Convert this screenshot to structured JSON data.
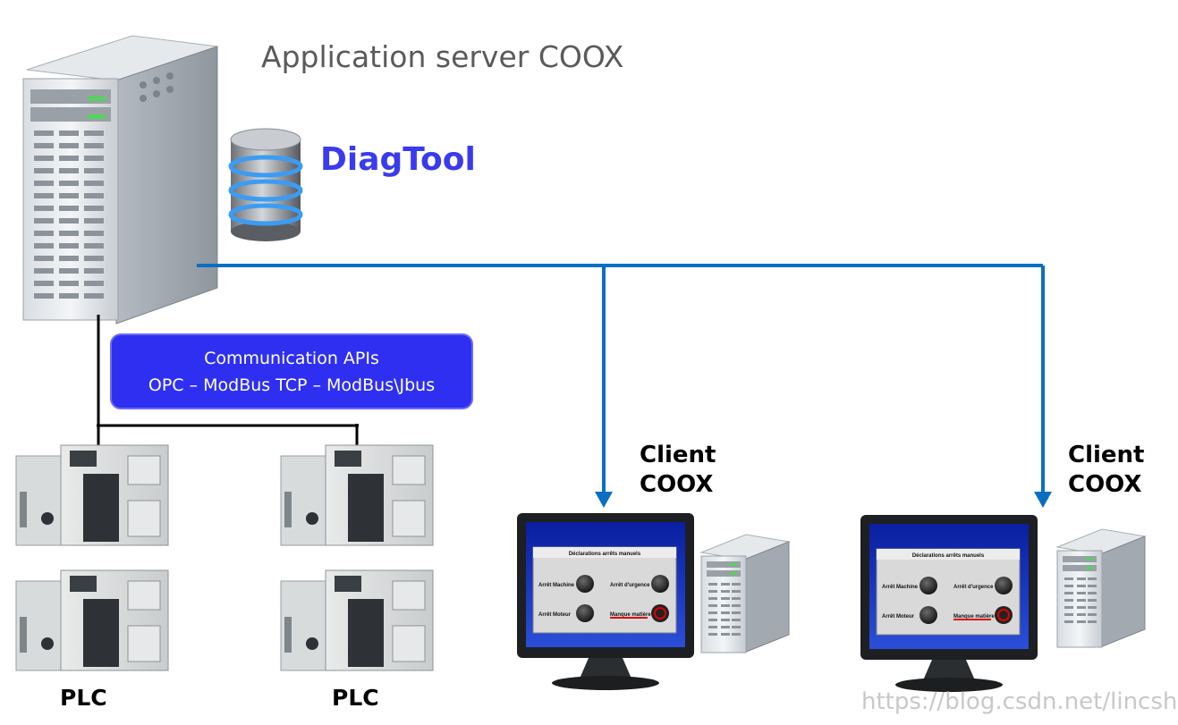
{
  "title": "Application server COOX",
  "db_label": "DiagTool",
  "comm_box": {
    "line1": "Communication APIs",
    "line2": "OPC – ModBus TCP – ModBus\\Jbus"
  },
  "clients": [
    {
      "line1": "Client",
      "line2": "COOX"
    },
    {
      "line1": "Client",
      "line2": "COOX"
    }
  ],
  "plc_labels": [
    "PLC",
    "PLC"
  ],
  "screen": {
    "title": "Déclarations arrêts manuels",
    "buttons": [
      "Arrêt Machine",
      "Arrêt d'urgence",
      "Arrêt Moteur",
      "Manque matière"
    ]
  },
  "watermark": "https://blog.csdn.net/lincshao",
  "colors": {
    "link": "#0a6fc2",
    "box": "#2f2ff2",
    "db_title": "#3a3aee"
  }
}
